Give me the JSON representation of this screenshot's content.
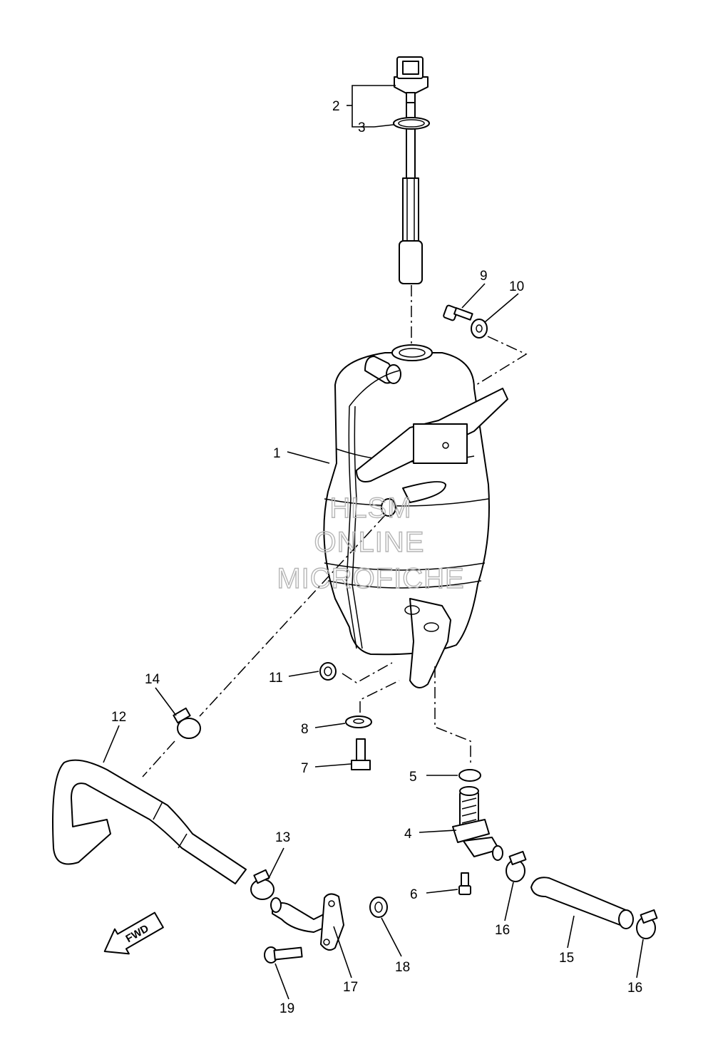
{
  "diagram": {
    "labels": [
      "1",
      "2",
      "3",
      "4",
      "5",
      "6",
      "7",
      "8",
      "9",
      "10",
      "11",
      "12",
      "13",
      "14",
      "15",
      "16",
      "16",
      "17",
      "18",
      "19"
    ],
    "watermark": [
      "HLSM",
      "ONLINE",
      "MICROFICHE"
    ],
    "direction_arrow": "FWD"
  }
}
